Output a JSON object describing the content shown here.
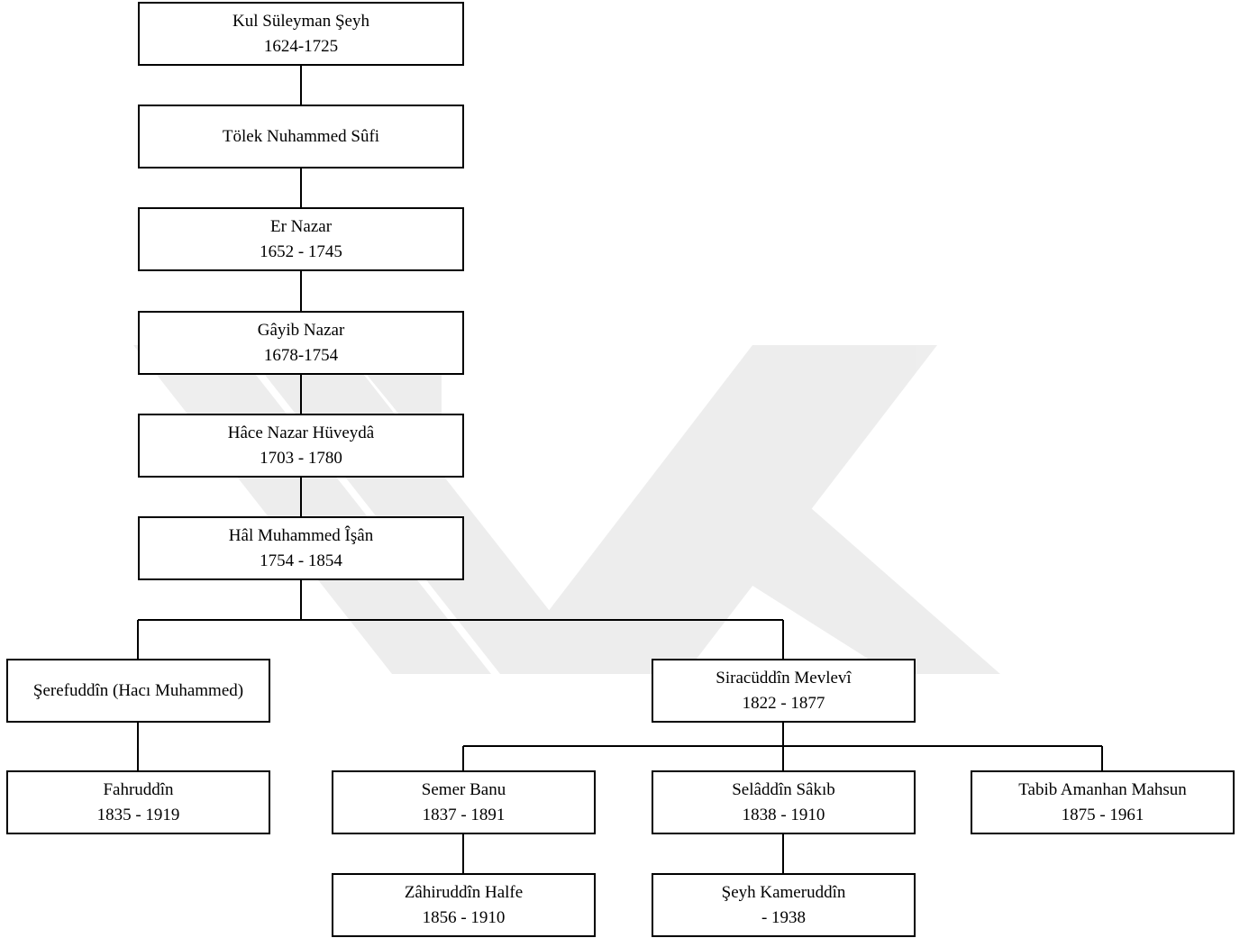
{
  "diagram": {
    "type": "family-tree",
    "nodes": [
      {
        "id": "kul",
        "name": "Kul Süleyman Şeyh",
        "years": "1624-1725"
      },
      {
        "id": "tolek",
        "name": "Tölek Nuhammed Sûfi",
        "years": ""
      },
      {
        "id": "ernazar",
        "name": "Er Nazar",
        "years": "1652 - 1745"
      },
      {
        "id": "gayib",
        "name": "Gâyib Nazar",
        "years": "1678-1754"
      },
      {
        "id": "hace",
        "name": "Hâce Nazar Hüveydâ",
        "years": "1703 - 1780"
      },
      {
        "id": "hal",
        "name": "Hâl Muhammed Îşân",
        "years": "1754 - 1854"
      },
      {
        "id": "seref",
        "name": "Şerefuddîn (Hacı Muhammed)",
        "years": ""
      },
      {
        "id": "sirac",
        "name": "Siracüddîn Mevlevî",
        "years": "1822 - 1877"
      },
      {
        "id": "fahr",
        "name": "Fahruddîn",
        "years": "1835 - 1919"
      },
      {
        "id": "semer",
        "name": "Semer Banu",
        "years": "1837 - 1891"
      },
      {
        "id": "selad",
        "name": "Selâddîn Sâkıb",
        "years": "1838 - 1910"
      },
      {
        "id": "tabib",
        "name": "Tabib Amanhan Mahsun",
        "years": "1875 - 1961"
      },
      {
        "id": "zahir",
        "name": "Zâhiruddîn Halfe",
        "years": "1856 - 1910"
      },
      {
        "id": "kamer",
        "name": "Şeyh Kameruddîn",
        "years": "- 1938"
      }
    ],
    "edges": [
      [
        "kul",
        "tolek"
      ],
      [
        "tolek",
        "ernazar"
      ],
      [
        "ernazar",
        "gayib"
      ],
      [
        "gayib",
        "hace"
      ],
      [
        "hace",
        "hal"
      ],
      [
        "hal",
        "seref"
      ],
      [
        "hal",
        "sirac"
      ],
      [
        "seref",
        "fahr"
      ],
      [
        "sirac",
        "semer"
      ],
      [
        "sirac",
        "selad"
      ],
      [
        "sirac",
        "tabib"
      ],
      [
        "semer",
        "zahir"
      ],
      [
        "selad",
        "kamer"
      ]
    ]
  },
  "colors": {
    "line": "#000000",
    "box_border": "#000000",
    "watermark": "#e3e3e3"
  }
}
